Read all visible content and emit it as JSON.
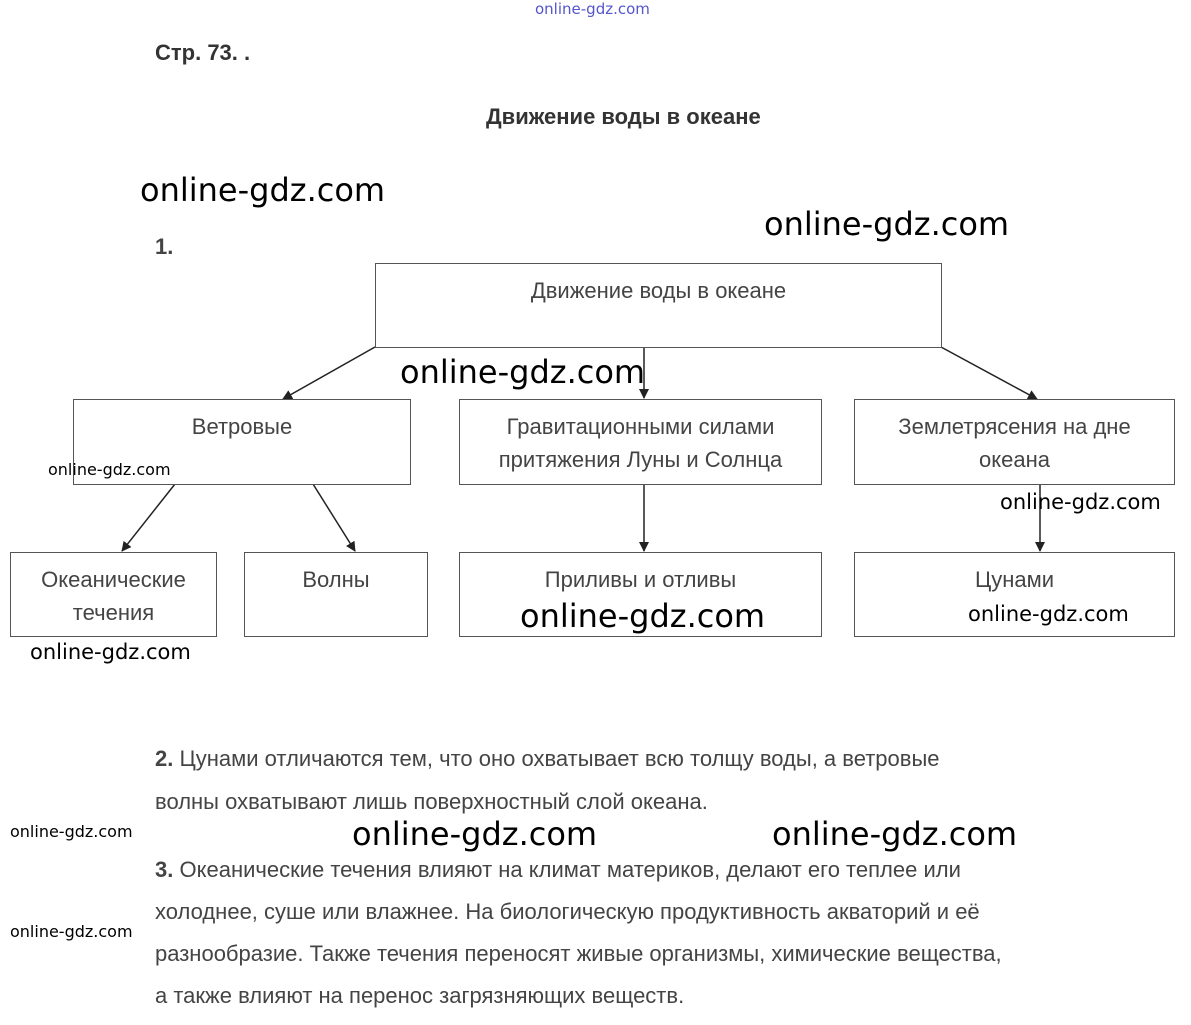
{
  "header": {
    "page_ref": "Стр. 73. .",
    "title": "Движение воды в океане"
  },
  "task1": {
    "number": "1.",
    "root": "Движение воды в океане",
    "level1": [
      "Ветровые",
      "Гравитационными силами притяжения Луны и Солнца",
      "Землетрясения на дне океана"
    ],
    "level2": [
      "Океанические течения",
      "Волны",
      "Приливы и отливы",
      "Цунами"
    ]
  },
  "task2": {
    "number": "2.",
    "lines": [
      "Цунами отличаются тем, что оно охватывает всю толщу воды, а ветровые",
      "волны охватывают лишь поверхностный слой океана."
    ]
  },
  "task3": {
    "number": "3.",
    "lines": [
      "Океанические течения влияют на климат материков, делают его теплее или",
      "холоднее, суше или влажнее. На биологическую продуктивность акваторий и её",
      "разнообразие. Также течения переносят живые организмы, химические вещества,",
      "а также влияют на перенос загрязняющих веществ."
    ]
  },
  "watermark": "online-gdz.com"
}
